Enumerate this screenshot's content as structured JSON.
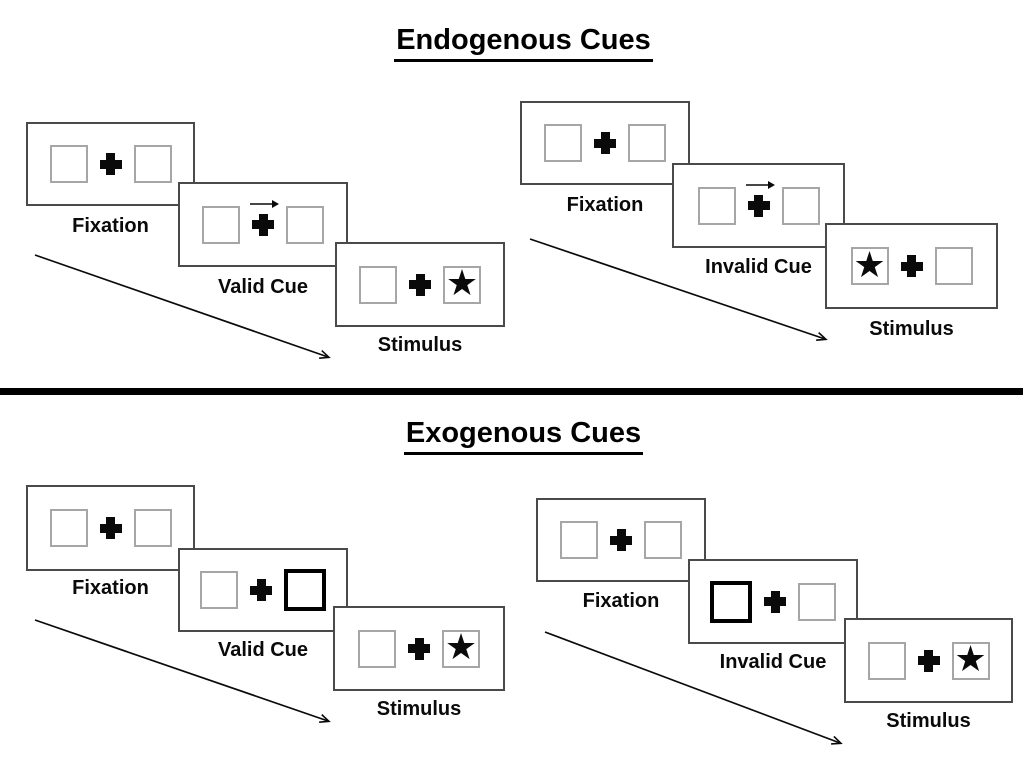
{
  "page": {
    "background": "#ffffff",
    "divider_color": "#000000",
    "panel_border_color": "#4a4a4a",
    "box_border_color": "#a6a6a6",
    "ink_color": "#0a0a0a"
  },
  "icons": {
    "star": "★",
    "fixation_cross": "plus-cross",
    "cue_arrow": "arrow-right",
    "timeline_arrow": "diagonal-arrow-down-right"
  },
  "sections": [
    {
      "id": "endogenous",
      "title": "Endogenous Cues",
      "groups": [
        {
          "id": "endogenous-valid",
          "panels": [
            {
              "label": "Fixation",
              "left_box": "empty",
              "right_box": "empty",
              "cue": "none"
            },
            {
              "label": "Valid Cue",
              "left_box": "empty",
              "right_box": "empty",
              "cue": "arrow-right"
            },
            {
              "label": "Stimulus",
              "left_box": "empty",
              "right_box": "star",
              "cue": "none"
            }
          ]
        },
        {
          "id": "endogenous-invalid",
          "panels": [
            {
              "label": "Fixation",
              "left_box": "empty",
              "right_box": "empty",
              "cue": "none"
            },
            {
              "label": "Invalid Cue",
              "left_box": "empty",
              "right_box": "empty",
              "cue": "arrow-right"
            },
            {
              "label": "Stimulus",
              "left_box": "star",
              "right_box": "empty",
              "cue": "none"
            }
          ]
        }
      ]
    },
    {
      "id": "exogenous",
      "title": "Exogenous Cues",
      "groups": [
        {
          "id": "exogenous-valid",
          "panels": [
            {
              "label": "Fixation",
              "left_box": "empty",
              "right_box": "empty",
              "cue": "none"
            },
            {
              "label": "Valid Cue",
              "left_box": "empty",
              "right_box": "highlight",
              "cue": "thick-right-box"
            },
            {
              "label": "Stimulus",
              "left_box": "empty",
              "right_box": "star",
              "cue": "none"
            }
          ]
        },
        {
          "id": "exogenous-invalid",
          "panels": [
            {
              "label": "Fixation",
              "left_box": "empty",
              "right_box": "empty",
              "cue": "none"
            },
            {
              "label": "Invalid Cue",
              "left_box": "highlight",
              "right_box": "empty",
              "cue": "thick-left-box"
            },
            {
              "label": "Stimulus",
              "left_box": "empty",
              "right_box": "star",
              "cue": "none"
            }
          ]
        }
      ]
    }
  ]
}
